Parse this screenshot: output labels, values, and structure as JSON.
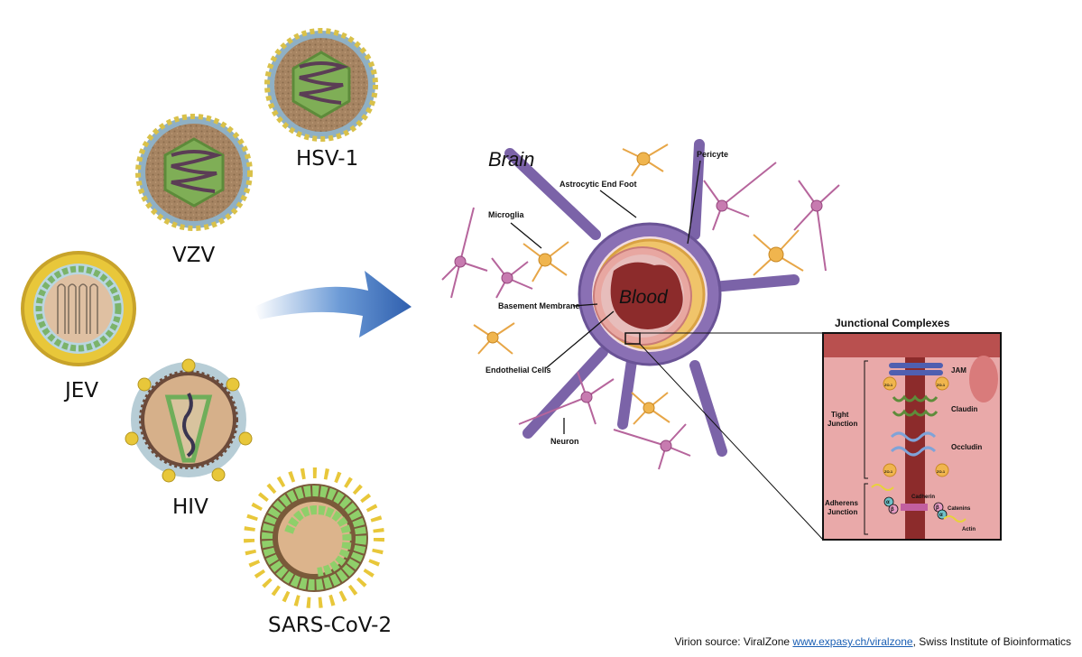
{
  "virus_labels": {
    "hsv1": "HSV-1",
    "vzv": "VZV",
    "jev": "JEV",
    "hiv": "HIV",
    "sars": "SARS-CoV-2"
  },
  "bbb": {
    "brain_label": "Brain",
    "blood_label": "Blood",
    "astrocytic_end_foot": "Astrocytic End Foot",
    "pericyte": "Pericyte",
    "microglia": "Microglia",
    "basement_membrane": "Basement Membrane",
    "endothelial_cells": "Endothelial Cells",
    "neuron": "Neuron"
  },
  "junction_panel": {
    "title": "Junctional Complexes",
    "jam": "JAM",
    "claudin": "Claudin",
    "occludin": "Occludin",
    "tight_junction_line1": "Tight",
    "tight_junction_line2": "Junction",
    "adherens_junction_line1": "Adherens",
    "adherens_junction_line2": "Junction",
    "cadherin": "Cadherin",
    "catenins": "Catenins",
    "actin": "Actin",
    "zo1": "ZO-1",
    "alpha": "α",
    "beta": "β"
  },
  "credit": {
    "prefix": "Virion source: ViralZone ",
    "link": "www.expasy.ch/viralzone",
    "suffix": ", Swiss Institute of Bioinformatics"
  },
  "colors": {
    "arrow_blue": "#3a6db5",
    "blood": "#8c2b2b",
    "astrocyte_purple": "#7b63a8",
    "pericyte_gold": "#e8b34c",
    "neuron_magenta": "#b6659c",
    "microglia_orange": "#e7a647"
  }
}
